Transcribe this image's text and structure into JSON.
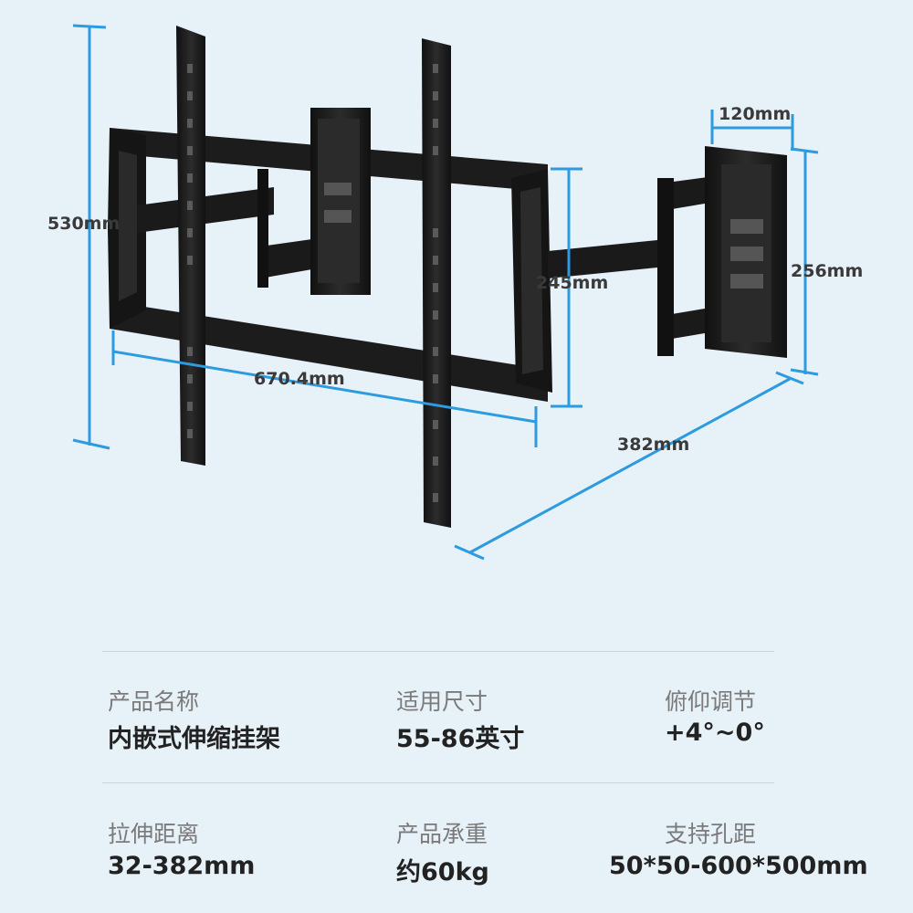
{
  "dimensions": {
    "height_total": "530mm",
    "width_plate": "670.4mm",
    "width_bracket": "120mm",
    "height_bracket": "256mm",
    "height_inner": "245mm",
    "extension": "382mm"
  },
  "specs": [
    {
      "label": "产品名称",
      "value": "内嵌式伸缩挂架"
    },
    {
      "label": "适用尺寸",
      "value": "55-86英寸"
    },
    {
      "label": "俯仰调节",
      "value": "+4°~0°"
    },
    {
      "label": "拉伸距离",
      "value": "32-382mm"
    },
    {
      "label": "产品承重",
      "value": "约60kg"
    },
    {
      "label": "支持孔距",
      "value": "50*50-600*500mm"
    }
  ],
  "colors": {
    "background": "#e7f1f8",
    "dimension_line": "#2d9be0",
    "metal": "#1e1e1e"
  }
}
